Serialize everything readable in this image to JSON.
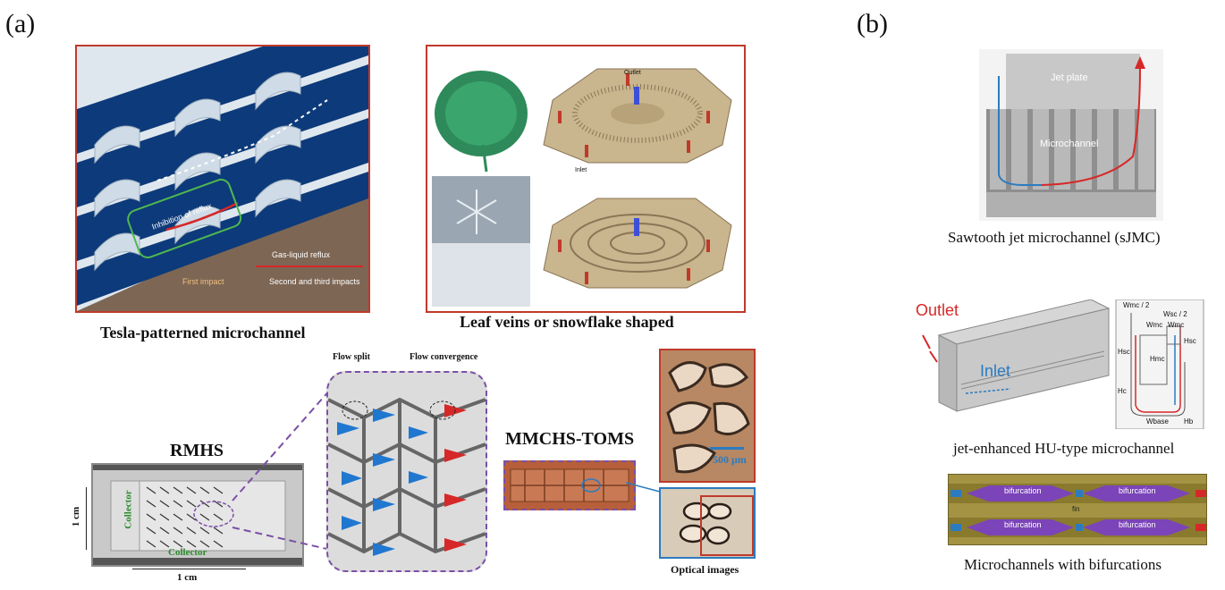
{
  "figure": {
    "panel_a_label": "(a)",
    "panel_b_label": "(b)"
  },
  "tesla": {
    "caption": "Tesla-patterned microchannel",
    "inhibition_label": "Inhibition of reflux",
    "legend_gas_liquid": "Gas-liquid reflux",
    "legend_first": "First impact",
    "legend_second": "Second and third impacts"
  },
  "leaf": {
    "caption": "Leaf veins or snowflake shaped",
    "outlet": "Outlet",
    "inlet": "Inlet"
  },
  "rmhs": {
    "title": "RMHS",
    "collector_top": "Collector",
    "collector_bottom": "Collector",
    "dim_vertical": "1 cm",
    "dim_horizontal": "1 cm",
    "flow_split": "Flow split",
    "flow_convergence": "Flow convergence"
  },
  "mmchs": {
    "title": "MMCHS-TOMS",
    "scale": "500 μm",
    "optical_caption": "Optical images"
  },
  "sjmc": {
    "jet_plate": "Jet plate",
    "microchannel": "Microchannel",
    "caption": "Sawtooth jet microchannel (sJMC)"
  },
  "hu": {
    "outlet": "Outlet",
    "inlet": "Inlet",
    "caption": "jet-enhanced HU-type microchannel",
    "dims": [
      "Wmc / 2",
      "Wsc / 2",
      "Wmc",
      "Wmc",
      "Hmc",
      "Hsc",
      "Hsc",
      "Hc",
      "Wbase",
      "Hb"
    ]
  },
  "bif": {
    "label": "bifurcation",
    "fin": "fin",
    "caption": "Microchannels with bifurcations"
  },
  "colors": {
    "red_frame": "#c0392b",
    "dashed_purple": "#7b4fa6",
    "blue_frame": "#2b7bc0",
    "channel_blue": "#0d3a7a",
    "flow_red": "#d62828",
    "flow_blue": "#1f77d0"
  }
}
